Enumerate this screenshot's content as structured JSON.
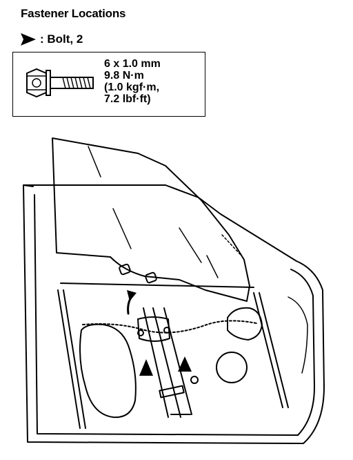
{
  "title": "Fastener Locations",
  "legend": {
    "text": ": Bolt, 2"
  },
  "spec": {
    "size": "6 x 1.0 mm",
    "torque_nm": "9.8 N·m",
    "torque_kgf": "(1.0 kgf·m,",
    "torque_lbf": "7.2 lbf·ft)"
  }
}
